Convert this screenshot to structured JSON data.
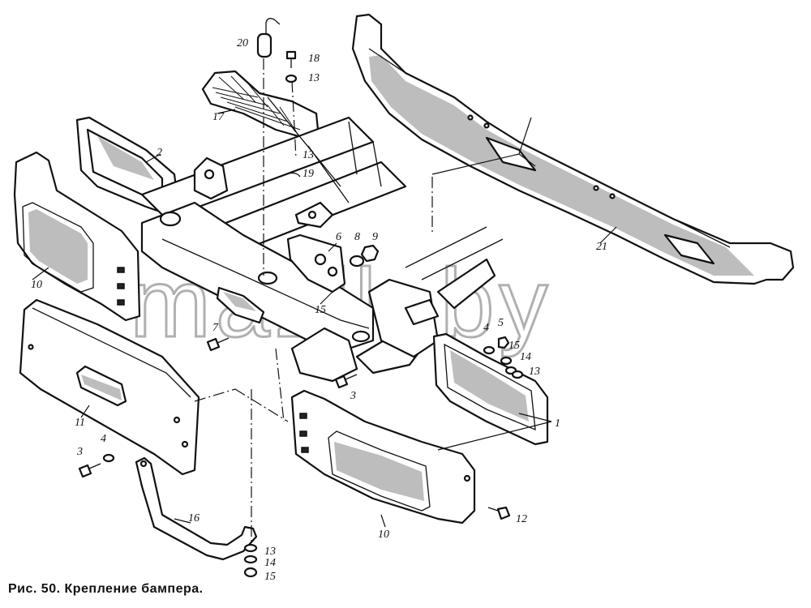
{
  "caption": "Рис. 50. Крепление бампера.",
  "watermark": "mazik.by",
  "callouts": {
    "c1": "1",
    "c2": "2",
    "c3a": "3",
    "c3b": "3",
    "c4a": "4",
    "c4b": "4",
    "c5": "5",
    "c6": "6",
    "c7": "7",
    "c8": "8",
    "c9": "9",
    "c10a": "10",
    "c10b": "10",
    "c11": "11",
    "c12": "12",
    "c13a": "13",
    "c13b": "13",
    "c13c": "13",
    "c13d": "13",
    "c14a": "14",
    "c14b": "14",
    "c15a": "15",
    "c15b": "15",
    "c15c": "15",
    "c16": "16",
    "c17": "17",
    "c18": "18",
    "c19": "19",
    "c20": "20",
    "c21": "21"
  }
}
